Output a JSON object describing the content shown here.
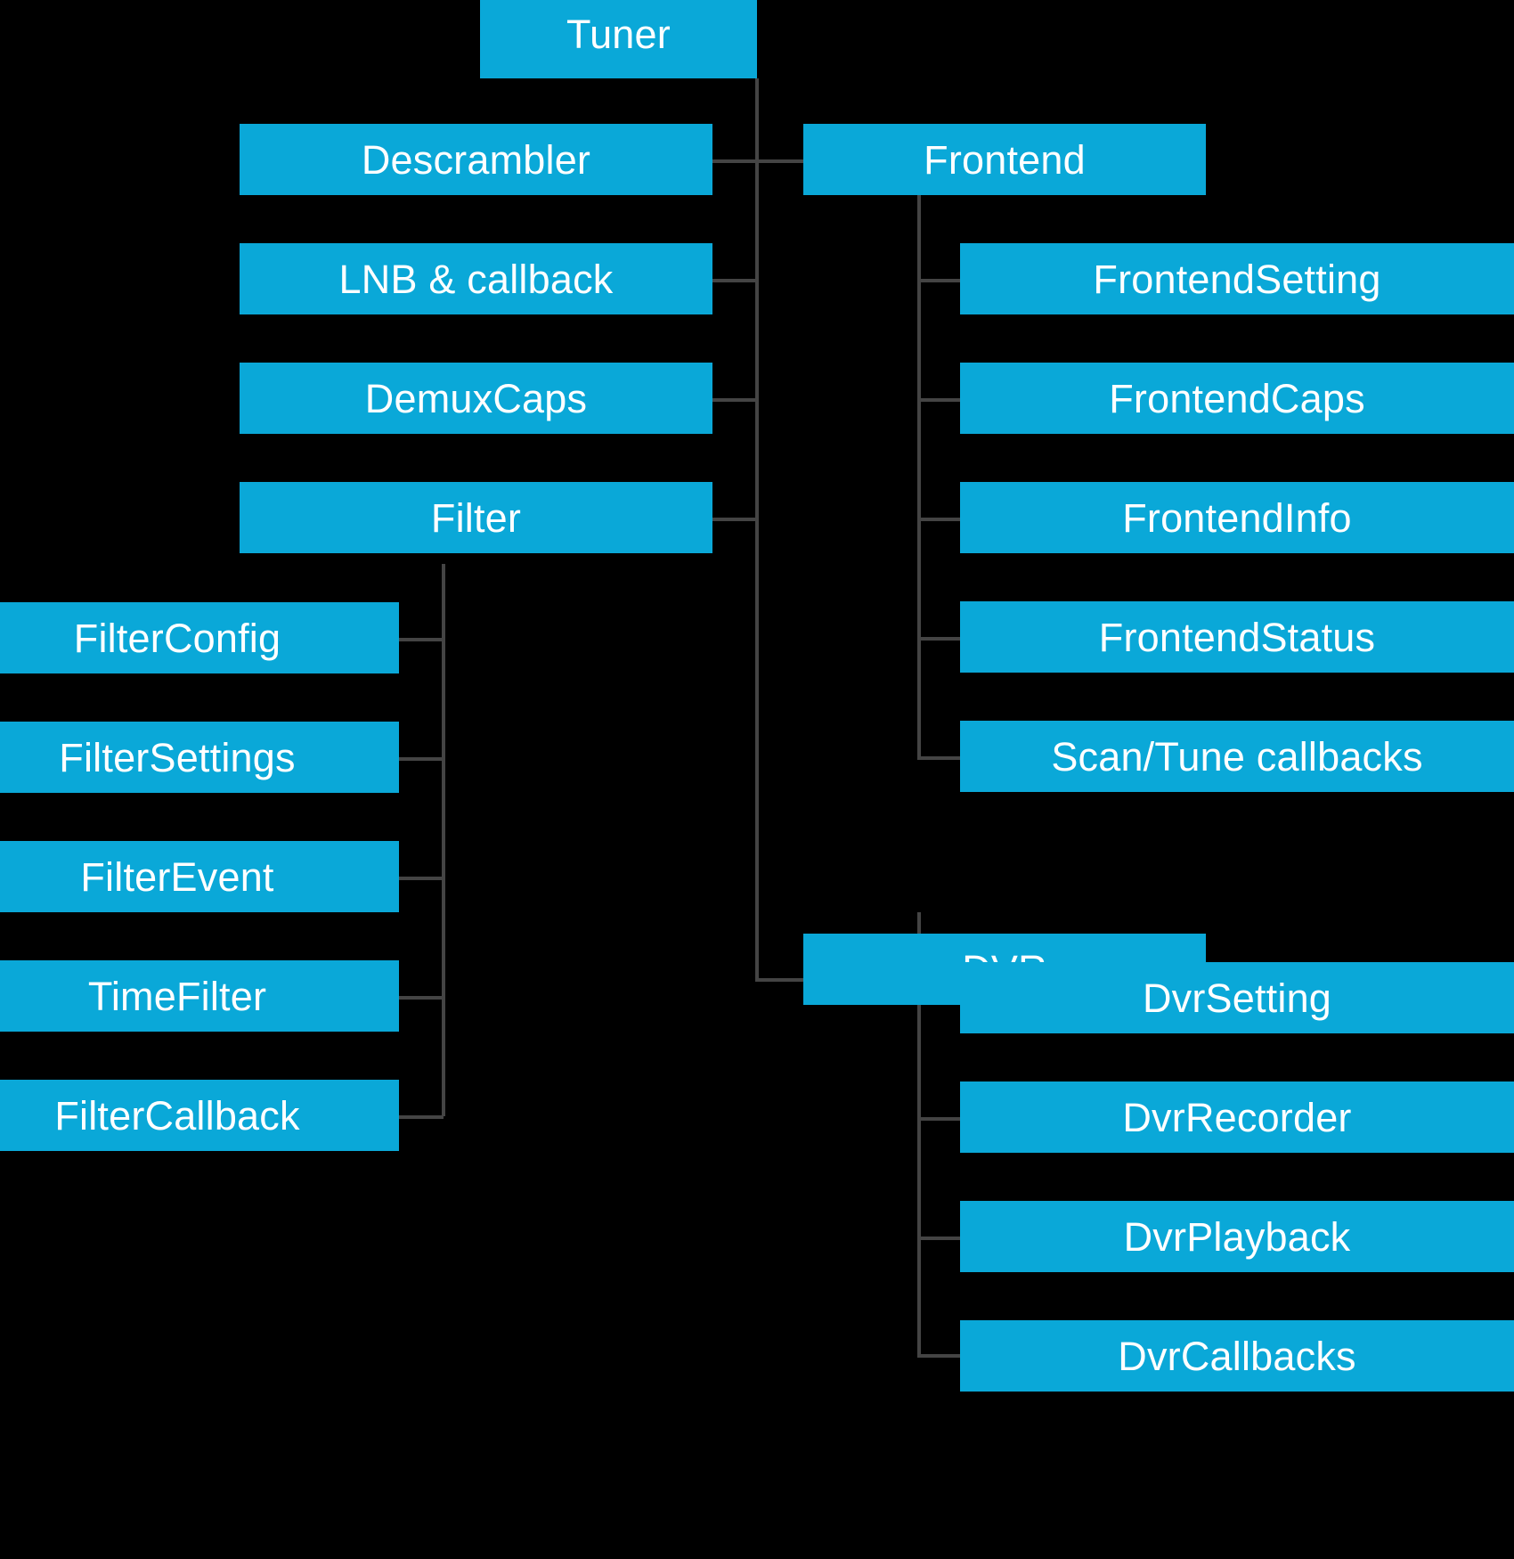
{
  "diagram": {
    "title": "Tuner",
    "type": "hierarchy-tree",
    "background_color": "#000000",
    "node_color": "#0AA8D8",
    "node_text_color": "#FFFFFF",
    "edge_color": "#444444",
    "nodes": [
      {
        "id": "tuner",
        "label": "Tuner",
        "level": 0,
        "parent": null
      },
      {
        "id": "descrambler",
        "label": "Descrambler",
        "level": 1,
        "parent": "tuner"
      },
      {
        "id": "lnb",
        "label": "LNB & callback",
        "level": 1,
        "parent": "tuner"
      },
      {
        "id": "demuxcaps",
        "label": "DemuxCaps",
        "level": 1,
        "parent": "tuner"
      },
      {
        "id": "filter",
        "label": "Filter",
        "level": 1,
        "parent": "tuner"
      },
      {
        "id": "frontend",
        "label": "Frontend",
        "level": 1,
        "parent": "tuner"
      },
      {
        "id": "dvr",
        "label": "DVR",
        "level": 1,
        "parent": "tuner"
      },
      {
        "id": "filterconfig",
        "label": "FilterConfig",
        "level": 2,
        "parent": "filter"
      },
      {
        "id": "filtersettings",
        "label": "FilterSettings",
        "level": 2,
        "parent": "filter"
      },
      {
        "id": "filterevent",
        "label": "FilterEvent",
        "level": 2,
        "parent": "filter"
      },
      {
        "id": "timefilter",
        "label": "TimeFilter",
        "level": 2,
        "parent": "filter"
      },
      {
        "id": "filtercallback",
        "label": "FilterCallback",
        "level": 2,
        "parent": "filter"
      },
      {
        "id": "frontendsetting",
        "label": "FrontendSetting",
        "level": 2,
        "parent": "frontend"
      },
      {
        "id": "frontendcaps",
        "label": "FrontendCaps",
        "level": 2,
        "parent": "frontend"
      },
      {
        "id": "frontendinfo",
        "label": "FrontendInfo",
        "level": 2,
        "parent": "frontend"
      },
      {
        "id": "frontendstatus",
        "label": "FrontendStatus",
        "level": 2,
        "parent": "frontend"
      },
      {
        "id": "scantune",
        "label": "Scan/Tune callbacks",
        "level": 2,
        "parent": "frontend"
      },
      {
        "id": "dvrsetting",
        "label": "DvrSetting",
        "level": 2,
        "parent": "dvr"
      },
      {
        "id": "dvrrecorder",
        "label": "DvrRecorder",
        "level": 2,
        "parent": "dvr"
      },
      {
        "id": "dvrplayback",
        "label": "DvrPlayback",
        "level": 2,
        "parent": "dvr"
      },
      {
        "id": "dvrcallbacks",
        "label": "DvrCallbacks",
        "level": 2,
        "parent": "dvr"
      }
    ]
  }
}
